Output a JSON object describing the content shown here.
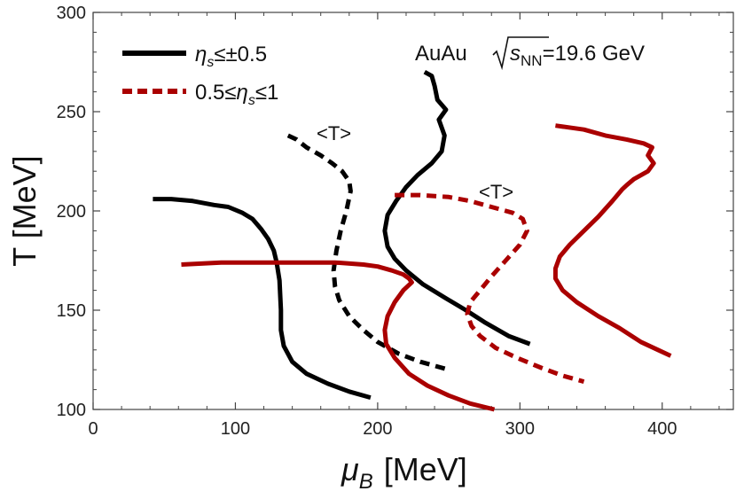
{
  "chart_data": {
    "type": "line",
    "title": "",
    "xlabel": "μ",
    "xlabel_sub": "B",
    "xlabel_unit": "[MeV]",
    "ylabel": "T [MeV]",
    "xlim": [
      0,
      450
    ],
    "ylim": [
      100,
      300
    ],
    "x_ticks": [
      "0",
      "100",
      "200",
      "300",
      "400"
    ],
    "y_ticks": [
      "100",
      "150",
      "200",
      "250",
      "300"
    ],
    "x_tick_values": [
      0,
      100,
      200,
      300,
      400
    ],
    "y_tick_values": [
      100,
      150,
      200,
      250,
      300
    ],
    "grid": false,
    "legend_position": "top-left",
    "legend": [
      {
        "name": "ηs≤±0.5",
        "main": "η",
        "sub": "s",
        "rest": "≤±0.5",
        "color": "#000000",
        "dash": "solid"
      },
      {
        "name": "0.5≤ηs≤1",
        "pre": "0.5≤",
        "main": "η",
        "sub": "s",
        "rest": "≤1",
        "color": "#aa0000",
        "dash": "dashed"
      }
    ],
    "annotations": {
      "energy_prefix": "AuAu",
      "energy_s": "s",
      "energy_sub": "NN",
      "energy_value": "=19.6 GeV",
      "mean_T_1": "<T>",
      "mean_T_2": "<T>"
    },
    "series": [
      {
        "color": "#000000",
        "dash": "solid",
        "points": [
          [
            42,
            206
          ],
          [
            55,
            206
          ],
          [
            70,
            205
          ],
          [
            85,
            203
          ],
          [
            95,
            202
          ],
          [
            105,
            199
          ],
          [
            112,
            196
          ],
          [
            118,
            191
          ],
          [
            123,
            186
          ],
          [
            127,
            180
          ],
          [
            129,
            174
          ],
          [
            131,
            165
          ],
          [
            132,
            150
          ],
          [
            132,
            140
          ],
          [
            134,
            132
          ],
          [
            140,
            124
          ],
          [
            150,
            118
          ],
          [
            165,
            113
          ],
          [
            180,
            109
          ],
          [
            195,
            106
          ]
        ]
      },
      {
        "color": "#000000",
        "dash": "dashed",
        "points": [
          [
            137,
            238
          ],
          [
            143,
            236
          ],
          [
            150,
            232
          ],
          [
            160,
            228
          ],
          [
            168,
            224
          ],
          [
            175,
            220
          ],
          [
            180,
            215
          ],
          [
            181,
            210
          ],
          [
            178,
            200
          ],
          [
            174,
            190
          ],
          [
            171,
            180
          ],
          [
            169,
            170
          ],
          [
            170,
            162
          ],
          [
            173,
            155
          ],
          [
            180,
            147
          ],
          [
            190,
            140
          ],
          [
            200,
            134
          ],
          [
            215,
            128
          ],
          [
            230,
            124
          ],
          [
            250,
            120
          ]
        ]
      },
      {
        "color": "#000000",
        "dash": "solid",
        "points": [
          [
            233,
            270
          ],
          [
            238,
            268
          ],
          [
            240,
            263
          ],
          [
            242,
            256
          ],
          [
            248,
            251
          ],
          [
            243,
            246
          ],
          [
            247,
            238
          ],
          [
            245,
            230
          ],
          [
            238,
            224
          ],
          [
            228,
            218
          ],
          [
            220,
            212
          ],
          [
            213,
            205
          ],
          [
            207,
            198
          ],
          [
            205,
            190
          ],
          [
            207,
            182
          ],
          [
            212,
            176
          ],
          [
            220,
            170
          ],
          [
            232,
            163
          ],
          [
            248,
            156
          ],
          [
            262,
            150
          ],
          [
            275,
            144
          ],
          [
            292,
            137
          ],
          [
            307,
            133
          ]
        ]
      },
      {
        "color": "#aa0000",
        "dash": "solid",
        "points": [
          [
            62,
            173
          ],
          [
            90,
            174
          ],
          [
            120,
            174
          ],
          [
            150,
            174
          ],
          [
            170,
            174
          ],
          [
            190,
            173
          ],
          [
            200,
            172
          ],
          [
            210,
            170
          ],
          [
            218,
            168
          ],
          [
            222,
            166
          ],
          [
            224,
            164
          ],
          [
            218,
            160
          ],
          [
            212,
            154
          ],
          [
            207,
            147
          ],
          [
            205,
            140
          ],
          [
            206,
            133
          ],
          [
            212,
            126
          ],
          [
            222,
            118
          ],
          [
            235,
            112
          ],
          [
            250,
            107
          ],
          [
            265,
            103
          ],
          [
            282,
            100
          ]
        ]
      },
      {
        "color": "#aa0000",
        "dash": "dashed",
        "points": [
          [
            212,
            208
          ],
          [
            230,
            208
          ],
          [
            250,
            207
          ],
          [
            265,
            205
          ],
          [
            280,
            202
          ],
          [
            295,
            199
          ],
          [
            302,
            196
          ],
          [
            305,
            190
          ],
          [
            300,
            183
          ],
          [
            290,
            175
          ],
          [
            280,
            167
          ],
          [
            272,
            160
          ],
          [
            265,
            154
          ],
          [
            263,
            148
          ],
          [
            266,
            142
          ],
          [
            272,
            137
          ],
          [
            283,
            131
          ],
          [
            298,
            126
          ],
          [
            315,
            121
          ],
          [
            330,
            117
          ],
          [
            345,
            114
          ]
        ]
      },
      {
        "color": "#aa0000",
        "dash": "solid",
        "points": [
          [
            325,
            243
          ],
          [
            345,
            241
          ],
          [
            360,
            238
          ],
          [
            375,
            236
          ],
          [
            387,
            234
          ],
          [
            393,
            232
          ],
          [
            390,
            228
          ],
          [
            394,
            224
          ],
          [
            390,
            220
          ],
          [
            380,
            216
          ],
          [
            375,
            213
          ],
          [
            372,
            211
          ],
          [
            365,
            205
          ],
          [
            355,
            197
          ],
          [
            345,
            190
          ],
          [
            335,
            183
          ],
          [
            328,
            177
          ],
          [
            325,
            171
          ],
          [
            325,
            166
          ],
          [
            330,
            160
          ],
          [
            340,
            154
          ],
          [
            355,
            147
          ],
          [
            370,
            141
          ],
          [
            385,
            134
          ],
          [
            397,
            130
          ],
          [
            406,
            127
          ]
        ]
      }
    ]
  }
}
